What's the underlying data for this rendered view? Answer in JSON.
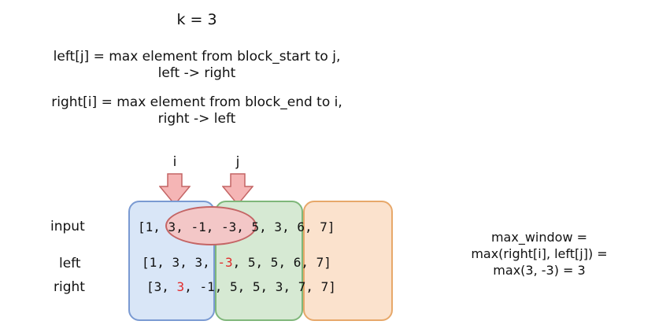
{
  "title": "k = 3",
  "definitions": {
    "left_line1": "left[j] = max element from block_start to j,",
    "left_line2": "left -> right",
    "right_line1": "right[i] = max element from block_end to i,",
    "right_line2": "right -> left"
  },
  "pointers": {
    "i": "i",
    "j": "j"
  },
  "rows": {
    "input": {
      "label": "input",
      "values": [
        "1",
        "3",
        "-1",
        "-3",
        "5",
        "3",
        "6",
        "7"
      ]
    },
    "left": {
      "label": "left",
      "values": [
        "1",
        "3",
        "3",
        "-3",
        "5",
        "5",
        "6",
        "7"
      ]
    },
    "right": {
      "label": "right",
      "values": [
        "3",
        "3",
        "-1",
        "5",
        "5",
        "3",
        "7",
        "7"
      ]
    }
  },
  "highlight_color": "#e22a2a",
  "colors": {
    "block1_fill": "#d9e6f7",
    "block2_fill": "#d6e9d3",
    "block3_fill": "#fbe2cd",
    "ellipse_fill": "#f3c7c7",
    "arrow_fill": "#f5b5b5"
  },
  "result": {
    "line1": "max_window =",
    "line2": "max(right[i], left[j]) =",
    "line3": "max(3, -3) = 3"
  }
}
